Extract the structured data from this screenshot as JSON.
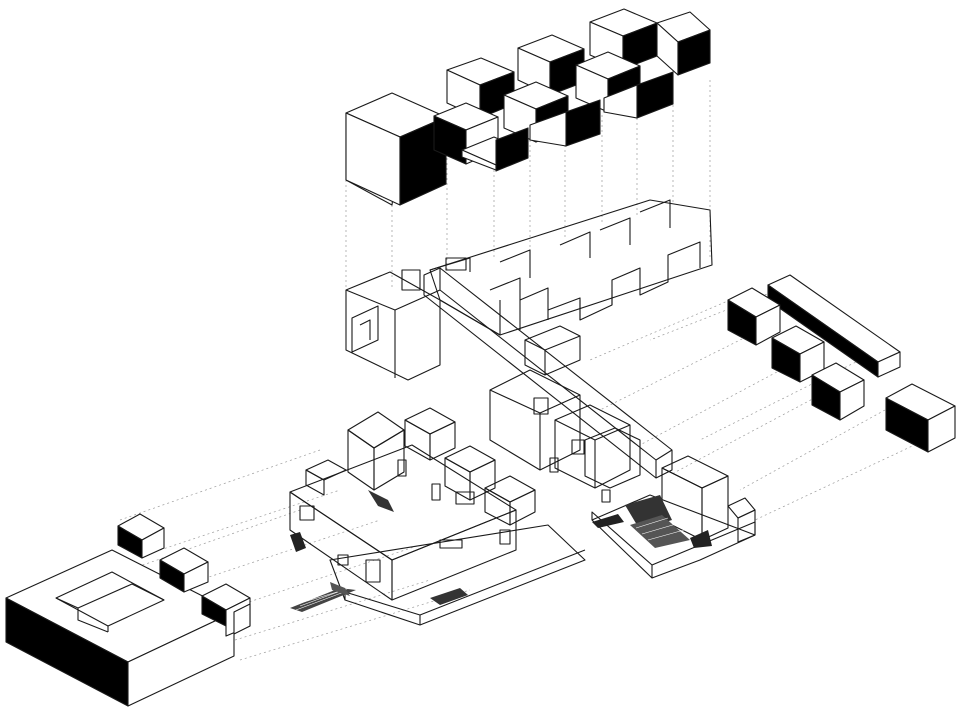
{
  "diagram": {
    "style": "exploded axonometric",
    "colors": {
      "background": "#ffffff",
      "line": "#1a1a1a",
      "solid": "#000000",
      "light": "#ffffff",
      "projection": "#9a9a9a",
      "hatch": "#555555"
    },
    "groups": [
      {
        "id": "top-checker-volumes",
        "kind": "solid/void checkerboard cubes"
      },
      {
        "id": "upper-residential-bar",
        "kind": "white massing model"
      },
      {
        "id": "right-bar-volumes",
        "kind": "black-sided boxes"
      },
      {
        "id": "lower-left-complex",
        "kind": "white massing model with ramps"
      },
      {
        "id": "lower-right-complex",
        "kind": "white massing model with ramps"
      },
      {
        "id": "courtyard-block",
        "kind": "black-sided ring volume"
      },
      {
        "id": "small-cube-stack",
        "kind": "three stepped cubes"
      }
    ]
  }
}
